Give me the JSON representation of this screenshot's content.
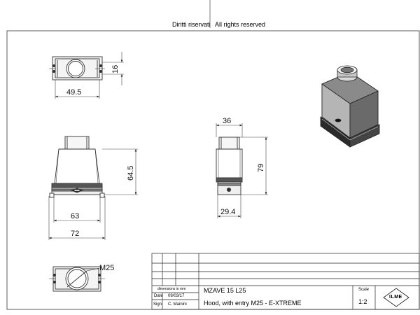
{
  "header": {
    "left_text": "Diritti riservati",
    "right_text": "All rights reserved"
  },
  "dimensions": {
    "top_width": "49.5",
    "top_height": "16",
    "front_height": "64.5",
    "front_inner_width": "63",
    "front_outer_width": "72",
    "side_top_width": "36",
    "side_height": "79",
    "side_bottom_width": "29.4",
    "bottom_thread": "M25"
  },
  "title_block": {
    "dimensions_label": "dimensions in mm",
    "date_label": "Date",
    "date_value": "09/03/17",
    "sign_label": "Sign.",
    "sign_value": "C. Mainini",
    "part_code": "MZAVE 15 L25",
    "description": "Hood, with  entry M25 - E-XTREME",
    "scale_label": "Scale",
    "scale_value": "1:2",
    "logo_text": "ILME"
  }
}
